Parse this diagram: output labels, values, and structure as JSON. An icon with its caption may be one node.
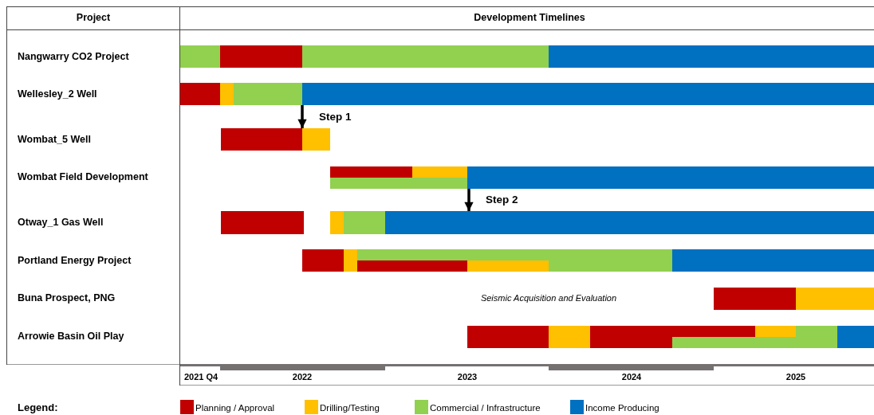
{
  "diagram": {
    "nodes": [
      {
        "text": [],
        "shape": "bar"
      },
      {
        "text": [],
        "shape": "bar"
      },
      {
        "text": [],
        "shape": "bar"
      },
      {
        "text": [],
        "shape": "bar"
      }
    ],
    "edges": [
      {
        "from": 0,
        "to": 1,
        "arrow": "to",
        "label": "Step 1"
      },
      {
        "from": 2,
        "to": 3,
        "arrow": "to",
        "label": "Step 2"
      }
    ],
    "labels": [
      "Project",
      "Development Timelines",
      "Nangwarry CO2 Project",
      "Wellesley_2 Well",
      "Wombat_5 Well",
      "Wombat Field Development",
      "Otway_1 Gas Well",
      "Portland Energy Project",
      "Buna Prospect, PNG",
      "Arrowie Basin Oil Play",
      "Seismic Acquisition and Evaluation",
      "2021 Q4",
      "2022",
      "2023",
      "2024",
      "2025",
      "Legend:"
    ],
    "legend": [
      {
        "text": "Planning / Approval",
        "color": "#c00000"
      },
      {
        "text": "Drilling/Testing",
        "color": "#ffc000"
      },
      {
        "text": "Commercial / Infrastructure",
        "color": "#92d050"
      },
      {
        "text": "Income Producing",
        "color": "#0070c0"
      }
    ]
  }
}
